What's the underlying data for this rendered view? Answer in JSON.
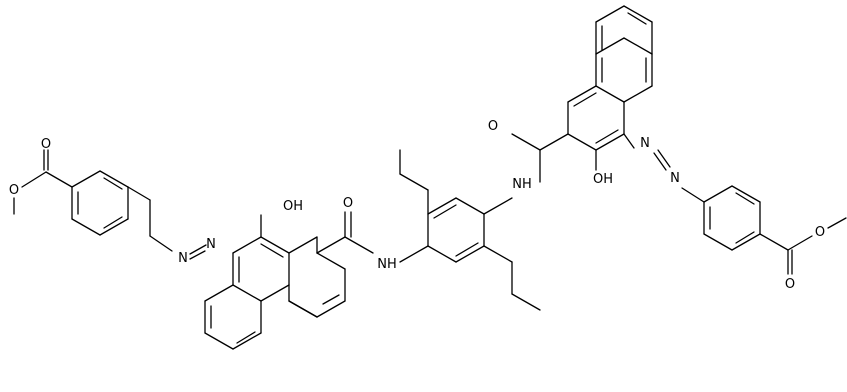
{
  "diagram": {
    "type": "chemical-structure",
    "atom_labels": {
      "o_top_left": "O",
      "o_methoxy_left": "O",
      "hydroxy_left": "OH",
      "n_azo_left_a": "N",
      "n_azo_left_b": "N",
      "o_amide_left": "O",
      "nh_amide_left": "NH",
      "o_amide_right": "O",
      "nh_amide_right": "NH",
      "hydroxy_right": "OH",
      "n_azo_right_a": "N",
      "n_azo_right_b": "N",
      "o_methoxy_right": "O",
      "o_bottom_right": "O"
    }
  }
}
